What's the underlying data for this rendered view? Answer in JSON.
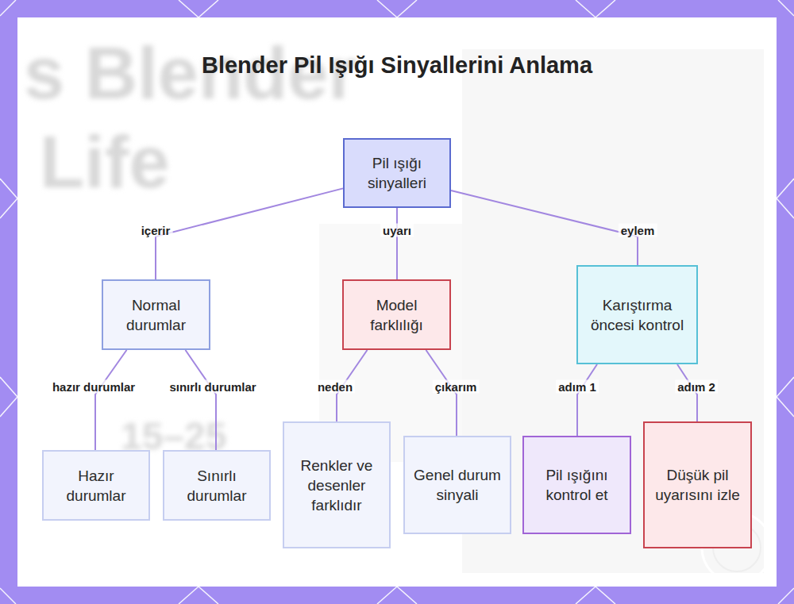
{
  "diagram": {
    "title": "Blender Pil Işığı Sinyallerini Anlama",
    "nodes": [
      {
        "text": [
          "Pil ışığı sinyalleri"
        ]
      },
      {
        "text": [
          "Normal durumlar"
        ]
      },
      {
        "text": [
          "Model farklılığı"
        ]
      },
      {
        "text": [
          "Karıştırma öncesi kontrol"
        ]
      },
      {
        "text": [
          "Hazır durumlar"
        ]
      },
      {
        "text": [
          "Sınırlı durumlar"
        ]
      },
      {
        "text": [
          "Renkler ve desenler farklıdır"
        ]
      },
      {
        "text": [
          "Genel durum sinyali"
        ]
      },
      {
        "text": [
          "Pil ışığını kontrol et"
        ]
      },
      {
        "text": [
          "Düşük pil uyarısını izle"
        ]
      }
    ],
    "edges": [
      {
        "from": 0,
        "to": 1,
        "label": "içerir",
        "arrow": "none"
      },
      {
        "from": 0,
        "to": 2,
        "label": "uyarı",
        "arrow": "none"
      },
      {
        "from": 0,
        "to": 3,
        "label": "eylem",
        "arrow": "none"
      },
      {
        "from": 1,
        "to": 4,
        "label": "hazır durumlar",
        "arrow": "none"
      },
      {
        "from": 1,
        "to": 5,
        "label": "sınırlı durumlar",
        "arrow": "none"
      },
      {
        "from": 2,
        "to": 6,
        "label": "neden",
        "arrow": "none"
      },
      {
        "from": 2,
        "to": 7,
        "label": "çıkarım",
        "arrow": "none"
      },
      {
        "from": 3,
        "to": 8,
        "label": "adım 1",
        "arrow": "none"
      },
      {
        "from": 3,
        "to": 9,
        "label": "adım 2",
        "arrow": "none"
      }
    ],
    "labels": [
      "s Blender",
      "Life",
      "15–25"
    ]
  }
}
